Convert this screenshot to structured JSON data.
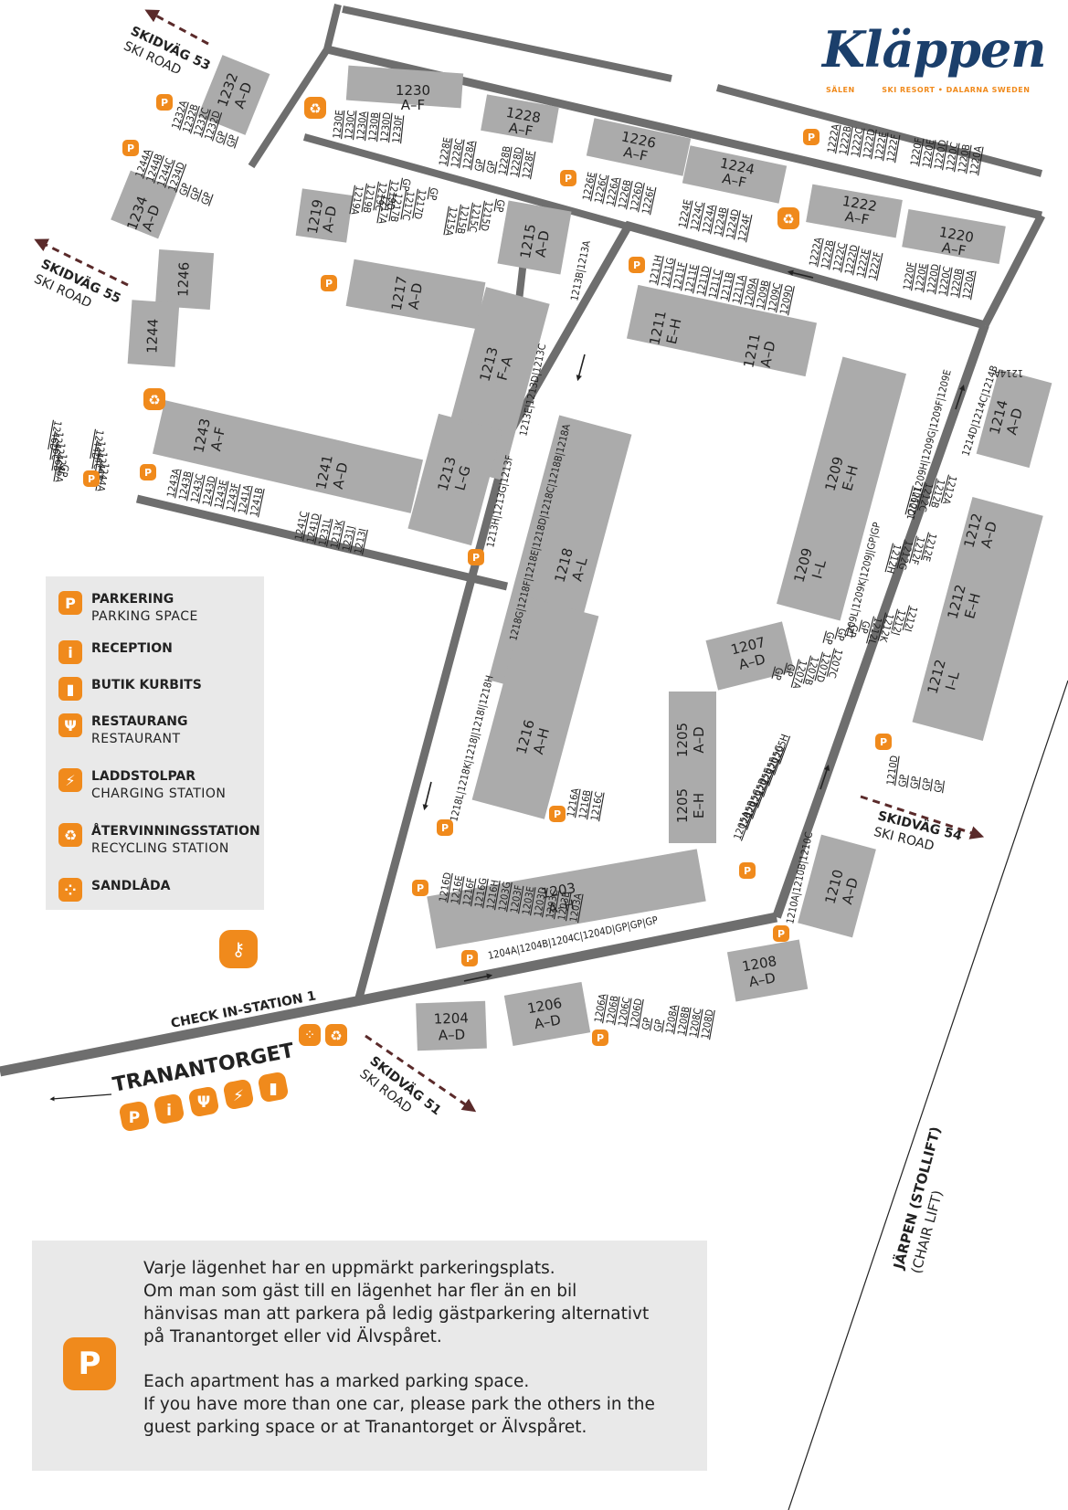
{
  "logo": {
    "name": "Kläppen",
    "left": "SÄLEN",
    "right": "SKI RESORT • DALARNA SWEDEN"
  },
  "colors": {
    "accent": "#f08a1c",
    "building": "#ababab",
    "road": "#6e6e6e",
    "panel": "#e9e9e9",
    "arrow": "#5a2a2a",
    "brand": "#1b3f6b"
  },
  "buildings": {
    "b1232": "1232",
    "b1232s": "A–D",
    "b1230": "1230",
    "b1230s": "A–F",
    "b1228": "1228",
    "b1228s": "A–F",
    "b1226": "1226",
    "b1226s": "A–F",
    "b1224": "1224",
    "b1224s": "A–F",
    "b1222": "1222",
    "b1222s": "A–F",
    "b1220": "1220",
    "b1220s": "A–F",
    "b1234": "1234",
    "b1234s": "A–D",
    "b1219": "1219",
    "b1219s": "A–D",
    "b1217": "1217",
    "b1217s": "A–D",
    "b1215": "1215",
    "b1215s": "A–D",
    "b1246": "1246",
    "b1244": "1244",
    "b1213a": "1213",
    "b1213as": "F–A",
    "b1213b": "1213",
    "b1213bs": "L–G",
    "b1211a": "1211",
    "b1211as": "E–H",
    "b1211b": "1211",
    "b1211bs": "A–D",
    "b1243": "1243",
    "b1243s": "A–F",
    "b1241": "1241",
    "b1241s": "A–D",
    "b1214": "1214",
    "b1214s": "A–D",
    "b1209a": "1209",
    "b1209as": "E–H",
    "b1209b": "1209",
    "b1209bs": "I–L",
    "b1218": "1218",
    "b1218s": "A–L",
    "b1212a": "1212",
    "b1212as": "A–D",
    "b1212b": "1212",
    "b1212bs": "E–H",
    "b1212c": "1212",
    "b1212cs": "I–L",
    "b1207": "1207",
    "b1207s": "A–D",
    "b1216": "1216",
    "b1216s": "A–H",
    "b1205a": "1205",
    "b1205as": "A–D",
    "b1205b": "1205",
    "b1205bs": "E–H",
    "b1203": "1203",
    "b1203s": "A–H",
    "b1210": "1210",
    "b1210s": "A–D",
    "b1208": "1208",
    "b1208s": "A–D",
    "b1206": "1206",
    "b1206s": "A–D",
    "b1204": "1204",
    "b1204s": "A–D"
  },
  "units": {
    "u1232": [
      "1232A",
      "1232B",
      "1232C",
      "1232D",
      "GP",
      "GP"
    ],
    "u1230": [
      "1230E",
      "1230C",
      "1230A",
      "1230B",
      "1230D",
      "1230F"
    ],
    "u1228": [
      "1228E",
      "1228C",
      "1228A",
      "GP",
      "GP",
      "1228B",
      "1228D",
      "1228F"
    ],
    "u1226": [
      "1226E",
      "1226C",
      "1226A",
      "1226B",
      "1226D",
      "1226F"
    ],
    "u1224": [
      "1224E",
      "1224C",
      "1224A",
      "1224B",
      "1224D",
      "1224F"
    ],
    "u1222top": [
      "1222A",
      "1222B",
      "1222C",
      "1222D",
      "1222E",
      "1222F",
      "",
      "1220F",
      "1220E",
      "1220D",
      "1220C",
      "1220B",
      "1220A"
    ],
    "u1222bot": [
      "1222A",
      "1222B",
      "1222C",
      "1222D",
      "1222E",
      "1222F"
    ],
    "u1220bot": [
      "1220F",
      "1220E",
      "1220D",
      "1220C",
      "1220B",
      "1220A"
    ],
    "u1234": [
      "1244A",
      "1244B",
      "1244C",
      "1234D",
      "GP",
      "GP",
      "GP"
    ],
    "u1219": [
      "GP",
      "1219D",
      "1219C",
      "1219B",
      "1219A"
    ],
    "u1217": [
      "GP",
      "1217D",
      "1217C",
      "1217B",
      "1217A"
    ],
    "u1215": [
      "GP",
      "1215D",
      "1215C",
      "1215B",
      "1215A"
    ],
    "u1213top": "1213B|1213A",
    "u1213c": "1213E|1213D|1213C",
    "u1213f": "1213H|1213G|1213F",
    "u1211": [
      "1211H",
      "1211G",
      "1211F",
      "1211E",
      "1211D",
      "1211C",
      "1211B",
      "1211A",
      "1209A",
      "1209B",
      "1209C",
      "1209D"
    ],
    "u1243": [
      "1243A",
      "1243B",
      "1243C",
      "1243D",
      "1243E",
      "1243F",
      "1241A",
      "1241B"
    ],
    "u1241": [
      "1241C",
      "1241D",
      "1231L",
      "1213K",
      "1231J",
      "1213I"
    ],
    "u1246a": [
      "GP",
      "1246A",
      "1246B",
      "1246C",
      "1246D"
    ],
    "u1246b": [
      "1244A",
      "1244B",
      "1244C",
      "1244D"
    ],
    "u1214a": "1214A",
    "u1214b": "1214D|1214C|1214B",
    "u1209e": "1209I|1209H|1209G|1209F|1209E",
    "u1209l": "1209L|1209K|1209J|GP|GP",
    "u1218a": "1218G|1218F|1218E|1218D|1218C|1218B|1218A",
    "u1218h": "1218L|1218K|1218J|1218I|1218H",
    "u1212a": [
      "1212A",
      "1212B",
      "1212C",
      "1212D"
    ],
    "u1212e": [
      "1212E",
      "1212F",
      "1212G",
      "1212H"
    ],
    "u1212i": [
      "1212I",
      "1212J",
      "1212K",
      "1212L",
      "GP",
      "GP",
      "GP",
      "GP"
    ],
    "u1207": [
      "1207C",
      "1207D",
      "1207B",
      "1207A",
      "GP",
      "GP"
    ],
    "u1205": [
      "1205A",
      "1205B",
      "1205C",
      "1205D",
      "1205E",
      "1205F",
      "1205G",
      "1205H"
    ],
    "u1216": [
      "1216A",
      "1216B",
      "1216C"
    ],
    "u1216d": [
      "1216D",
      "1216E",
      "1216F",
      "1216G",
      "1216H",
      "1203G",
      "1203F",
      "1203E",
      "1203D",
      "1203C",
      "1203B",
      "1203A"
    ],
    "u1203": "1204A|1204B|1204C|1204D|GP|GP|GP",
    "u1210": [
      "1210D",
      "GP",
      "GP",
      "GP",
      "GP"
    ],
    "u1210a": "1210A|1210B|1210C",
    "u1206": [
      "1206A",
      "1206B",
      "1206C",
      "1206D",
      "GP",
      "GP",
      "1208A",
      "1208B",
      "1208C",
      "1208D"
    ]
  },
  "roads": {
    "ski53_title": "SKIDVÄG 53",
    "ski53_sub": "SKI ROAD",
    "ski55_title": "SKIDVÄG 55",
    "ski55_sub": "SKI ROAD",
    "ski54_title": "SKIDVÄG 54",
    "ski54_sub": "SKI ROAD",
    "ski51_title": "SKIDVÄG 51",
    "ski51_sub": "SKI ROAD",
    "checkin": "CHECK IN-STATION 1",
    "tranantorget": "TRANANTORGET",
    "jarpen_title": "JÄRPEN (STOLLIFT)",
    "jarpen_sub": "(CHAIR LIFT)"
  },
  "legend": {
    "items": [
      {
        "icon": "parking-icon",
        "glyph": "P",
        "title": "PARKERING",
        "sub": "PARKING SPACE"
      },
      {
        "icon": "info-icon",
        "glyph": "i",
        "title": "RECEPTION",
        "sub": ""
      },
      {
        "icon": "shop-bag-icon",
        "glyph": "▮",
        "title": "BUTIK KURBITS",
        "sub": ""
      },
      {
        "icon": "restaurant-icon",
        "glyph": "Ψ",
        "title": "RESTAURANG",
        "sub": "RESTAURANT"
      },
      {
        "icon": "charging-icon",
        "glyph": "⚡",
        "title": "LADDSTOLPAR",
        "sub": "CHARGING STATION"
      },
      {
        "icon": "recycle-icon",
        "glyph": "♻",
        "title": "ÅTERVINNINGSSTATION",
        "sub": "RECYCLING STATION"
      },
      {
        "icon": "sandbox-icon",
        "glyph": "⁘",
        "title": "SANDLÅDA",
        "sub": ""
      }
    ]
  },
  "parking_glyph": "P",
  "info": {
    "badge": "P",
    "sv": [
      "Varje lägenhet har en uppmärkt parkeringsplats.",
      "Om man som gäst till en lägenhet har fler än en bil",
      "hänvisas man att parkera på ledig gästparkering alternativt",
      "på Tranantorget eller vid Älvspåret."
    ],
    "en": [
      "Each apartment has a marked parking space.",
      "If you have more than one car, please park the others in the",
      "guest parking space or at Tranantorget or Älvspåret."
    ]
  }
}
